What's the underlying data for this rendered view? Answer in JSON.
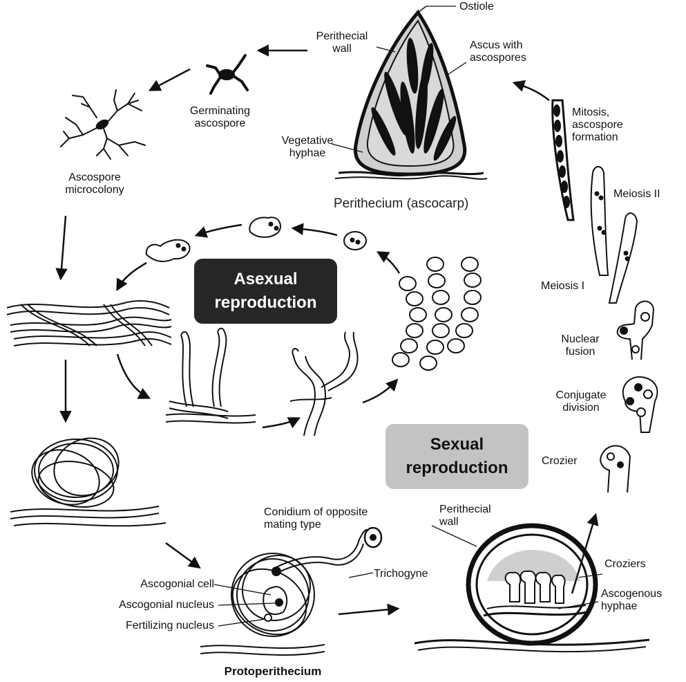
{
  "labels": {
    "ostiole": "Ostiole",
    "perithecial_wall_top": "Perithecial\nwall",
    "ascus_with_ascospores": "Ascus with\nascospores",
    "germinating_ascospore": "Germinating\nascospore",
    "vegetative_hyphae": "Vegetative\nhyphae",
    "ascospore_microcolony": "Ascospore\nmicrocolony",
    "perithecium_ascocarp": "Perithecium (ascocarp)",
    "mitosis": "Mitosis,\nascospore\nformation",
    "meiosis_ii": "Meiosis II",
    "meiosis_i": "Meiosis I",
    "nuclear_fusion": "Nuclear\nfusion",
    "conjugate_division": "Conjugate\ndivision",
    "crozier": "Crozier",
    "conidium": "Conidium of opposite\nmating type",
    "trichogyne": "Trichogyne",
    "ascogonial_cell": "Ascogonial cell",
    "ascogonial_nucleus": "Ascogonial nucleus",
    "fertilizing_nucleus": "Fertilizing nucleus",
    "protoperithecium": "Protoperithecium",
    "perithecial_wall_bottom": "Perithecial\nwall",
    "croziers": "Croziers",
    "ascogenous_hyphae": "Ascogenous\nhyphae"
  },
  "boxes": {
    "asexual": "Asexual\nreproduction",
    "sexual": "Sexual\nreproduction"
  },
  "colors": {
    "asexual_box": "#262626",
    "sexual_box": "#c3c3c3",
    "fill_gray": "#cfcfcf",
    "ink": "#111111"
  }
}
